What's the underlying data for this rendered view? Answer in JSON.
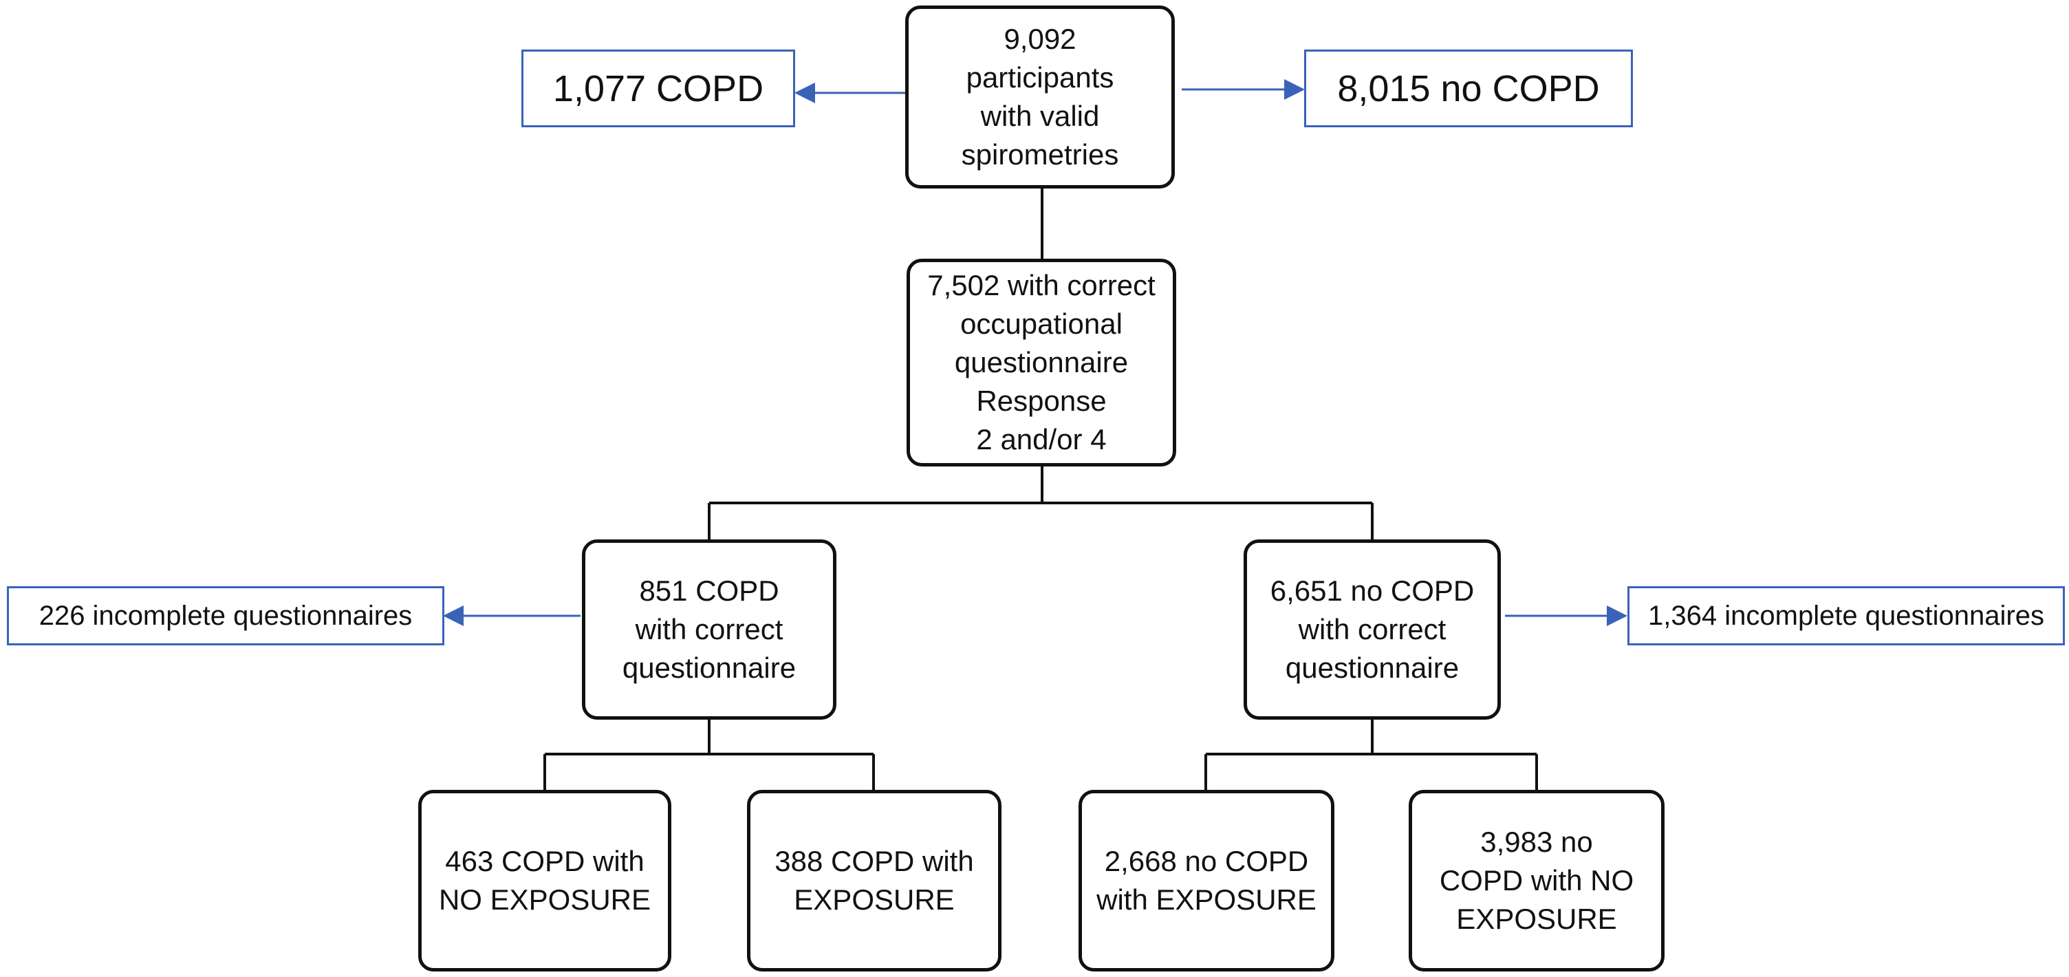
{
  "nodes": {
    "root": [
      "9,092",
      "participants",
      "with valid",
      "spirometries"
    ],
    "copd_out": "1,077 COPD",
    "nocopd_out": "8,015 no COPD",
    "correct": [
      "7,502 with correct",
      "occupational",
      "questionnaire",
      "Response",
      "2 and/or 4"
    ],
    "copd_correct": [
      "851 COPD",
      "with correct",
      "questionnaire"
    ],
    "nocopd_correct": [
      "6,651 no COPD",
      "with correct",
      "questionnaire"
    ],
    "copd_incomplete": "226 incomplete questionnaires",
    "nocopd_incomplete": "1,364 incomplete questionnaires",
    "copd_no_exposure": [
      "463 COPD with",
      "NO EXPOSURE"
    ],
    "copd_exposure": [
      "388 COPD with",
      "EXPOSURE"
    ],
    "nocopd_exposure": [
      "2,668 no COPD",
      "with EXPOSURE"
    ],
    "nocopd_no_exposure": [
      "3,983 no",
      "COPD with NO",
      "EXPOSURE"
    ]
  },
  "colors": {
    "box_border": "#111111",
    "side_border": "#3a63b8",
    "arrow": "#3a63b8",
    "line": "#111111"
  }
}
